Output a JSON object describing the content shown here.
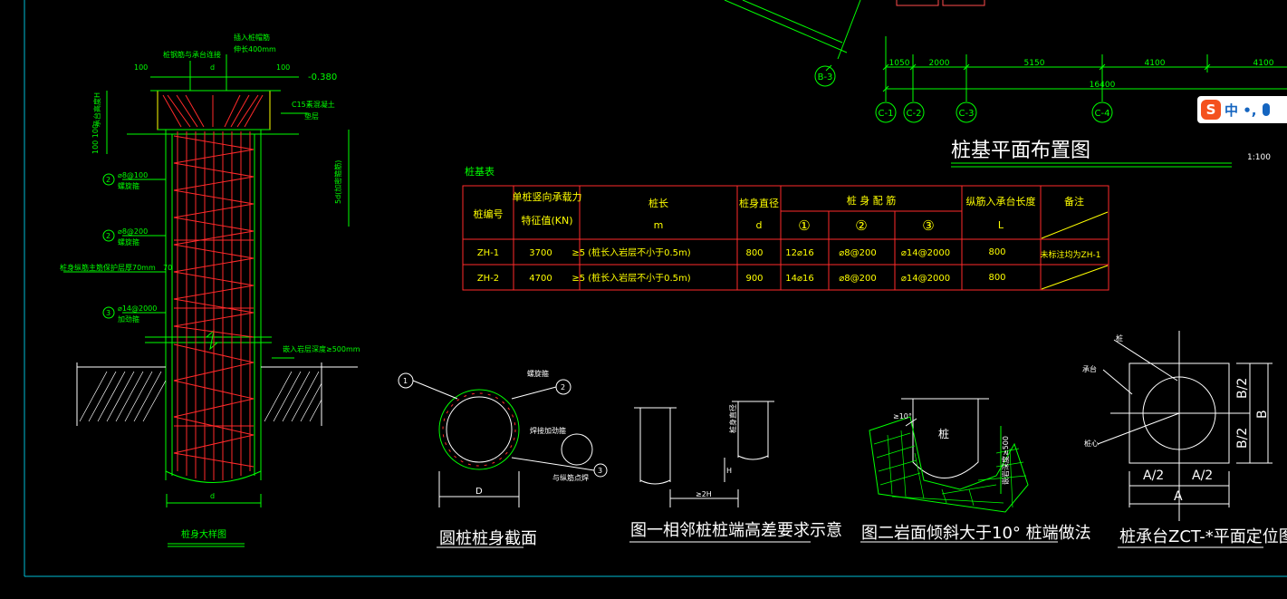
{
  "colors": {
    "background": "#000000",
    "frame": "#00bcd4",
    "green": "#00ff00",
    "yellow": "#ffff00",
    "red": "#ff2a2a",
    "white": "#ffffff"
  },
  "plan": {
    "title": "桩基平面布置图",
    "scale": "1:100",
    "dims": [
      "1050",
      "2000",
      "5150",
      "4100",
      "4100"
    ],
    "total": "16400",
    "axes": [
      "C-1",
      "C-2",
      "C-3",
      "C-4"
    ],
    "axis_top": "B-3"
  },
  "table": {
    "caption": "桩基表",
    "headers": {
      "id": "桩编号",
      "capacity1": "单桩竖向承载力",
      "capacity2": "特征值(KN)",
      "length": "桩长",
      "length_unit": "m",
      "diameter": "桩身直径",
      "diameter_unit": "d",
      "reinf": "桩 身 配 筋",
      "r1": "①",
      "r2": "②",
      "r3": "③",
      "anchor": "纵筋入承台长度",
      "anchor_unit": "L",
      "note": "备注"
    },
    "rows": [
      {
        "id": "ZH-1",
        "capacity": "3700",
        "length": "≥5 (桩长入岩层不小于0.5m)",
        "diameter": "800",
        "r1": "12⌀16",
        "r2": "⌀8@200",
        "r3": "⌀14@2000",
        "anchor": "800",
        "note": "未标注均为ZH-1"
      },
      {
        "id": "ZH-2",
        "capacity": "4700",
        "length": "≥5 (桩长入岩层不小于0.5m)",
        "diameter": "900",
        "r1": "14⌀16",
        "r2": "⌀8@200",
        "r3": "⌀14@2000",
        "anchor": "800",
        "note": ""
      }
    ]
  },
  "pile_detail": {
    "top_label1": "插入桩帽筋",
    "top_label2": "伸长400mm",
    "left_label": "桩钢筋与承台连接",
    "dim_left": "100",
    "dim_d": "d",
    "dim_right": "100",
    "elev": "-0.380",
    "c15": "C15素混凝土",
    "c15b": "垫层",
    "h_label": "承台高度H",
    "h_dims": "100 100",
    "l5d": "5d(加密箍筋)",
    "r2a": "⌀8@100",
    "r2b": "螺旋箍",
    "r2c": "⌀8@200",
    "r2d": "螺旋箍",
    "cover": "桩身纵筋主筋保护层厚70mm",
    "cover_val": "70",
    "r3a": "⌀14@2000",
    "r3b": "加劲箍",
    "rock": "嵌入岩层深度≥500mm",
    "bottom_d": "d",
    "title": "桩身大样图",
    "n2": "2",
    "n3": "3"
  },
  "section": {
    "title": "圆桩桩身截面",
    "spiral": "螺旋箍",
    "stiff": "焊接加劲箍",
    "loc": "与纵筋点焊",
    "dim": "D",
    "n1": "1",
    "n2": "2",
    "n3": "3"
  },
  "fig1": {
    "title": "图一相邻桩桩端高差要求示意",
    "label": "桩身直径",
    "dim": "≥2H",
    "h": "H"
  },
  "fig2": {
    "title": "图二岩面倾斜大于10° 桩端做法",
    "pile": "桩",
    "angle": "≥10°",
    "side": "嵌岩深度≥500"
  },
  "fig3": {
    "title": "桩承台ZCT-*平面定位图",
    "pile": "桩",
    "cap": "承台",
    "center": "桩心",
    "a2l": "A/2",
    "a2r": "A/2",
    "a": "A",
    "b2t": "B/2",
    "b2b": "B/2",
    "b": "B"
  },
  "ime": {
    "logo": "S",
    "text": "中 •,"
  }
}
